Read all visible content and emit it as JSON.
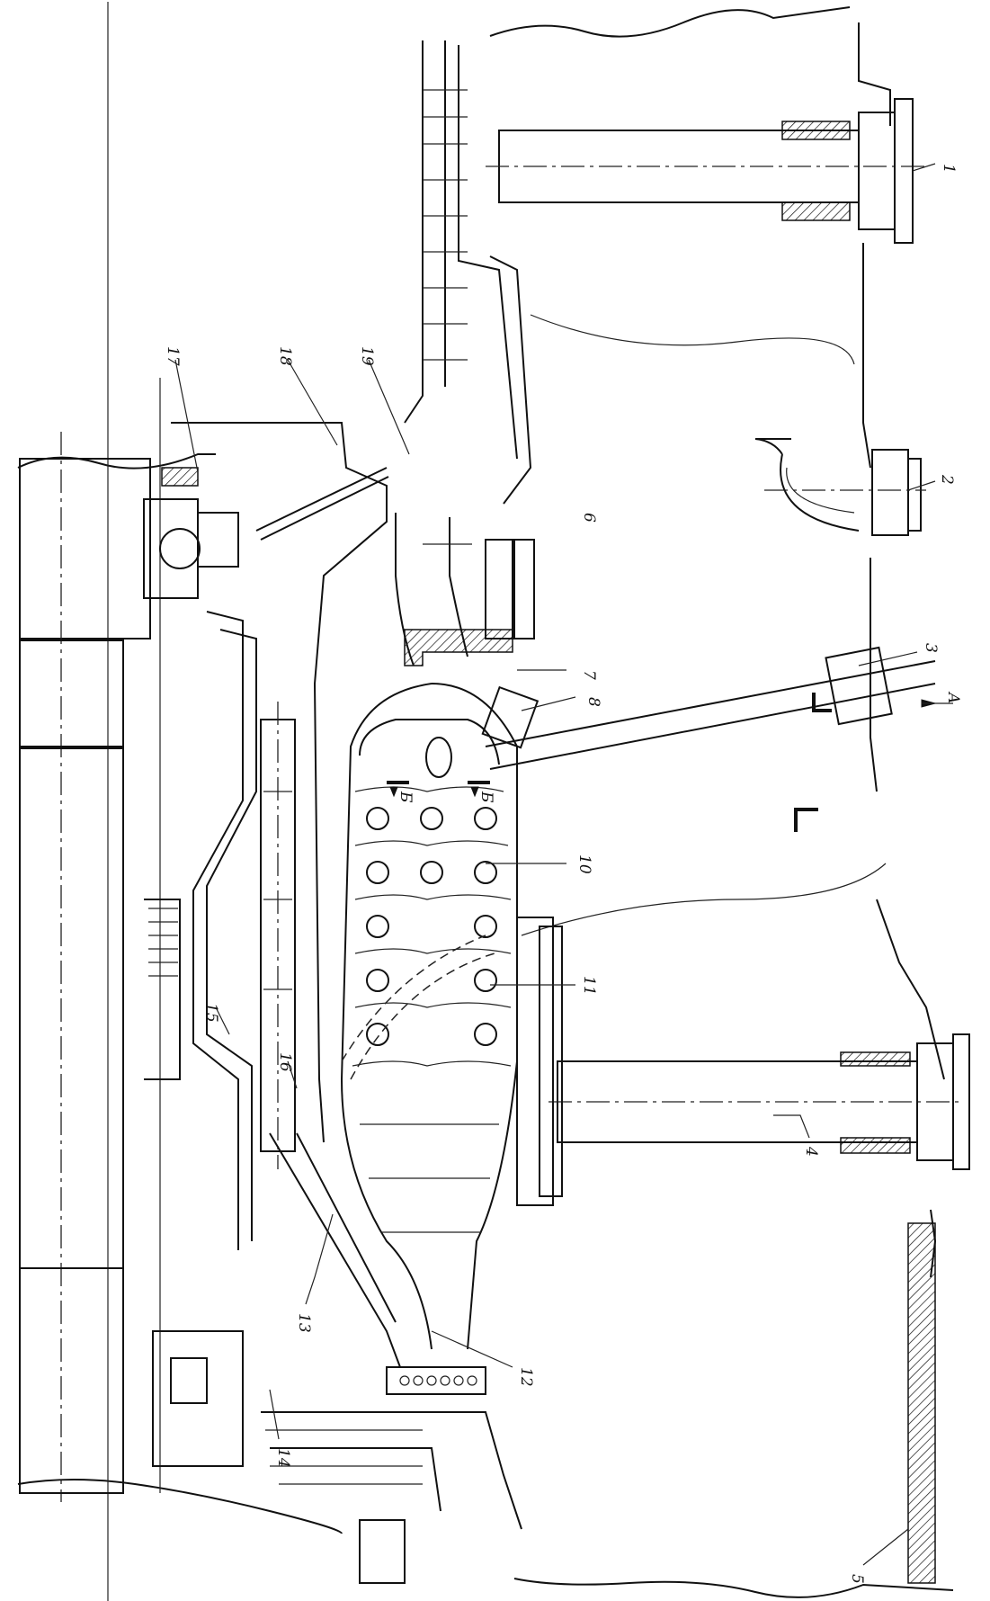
{
  "callouts": [
    {
      "id": "1",
      "text": "1"
    },
    {
      "id": "2",
      "text": "2"
    },
    {
      "id": "3",
      "text": "3"
    },
    {
      "id": "4",
      "text": "4"
    },
    {
      "id": "5",
      "text": "5"
    },
    {
      "id": "6",
      "text": "6"
    },
    {
      "id": "7",
      "text": "7"
    },
    {
      "id": "8",
      "text": "8"
    },
    {
      "id": "10",
      "text": "10"
    },
    {
      "id": "11",
      "text": "11"
    },
    {
      "id": "12",
      "text": "12"
    },
    {
      "id": "13",
      "text": "13"
    },
    {
      "id": "14",
      "text": "14"
    },
    {
      "id": "15",
      "text": "15"
    },
    {
      "id": "16",
      "text": "16"
    },
    {
      "id": "17",
      "text": "17"
    },
    {
      "id": "18",
      "text": "18"
    },
    {
      "id": "19",
      "text": "19"
    }
  ],
  "section_marks": {
    "view_a": "A",
    "section_b_left": "Б",
    "section_b_right": "Б"
  }
}
